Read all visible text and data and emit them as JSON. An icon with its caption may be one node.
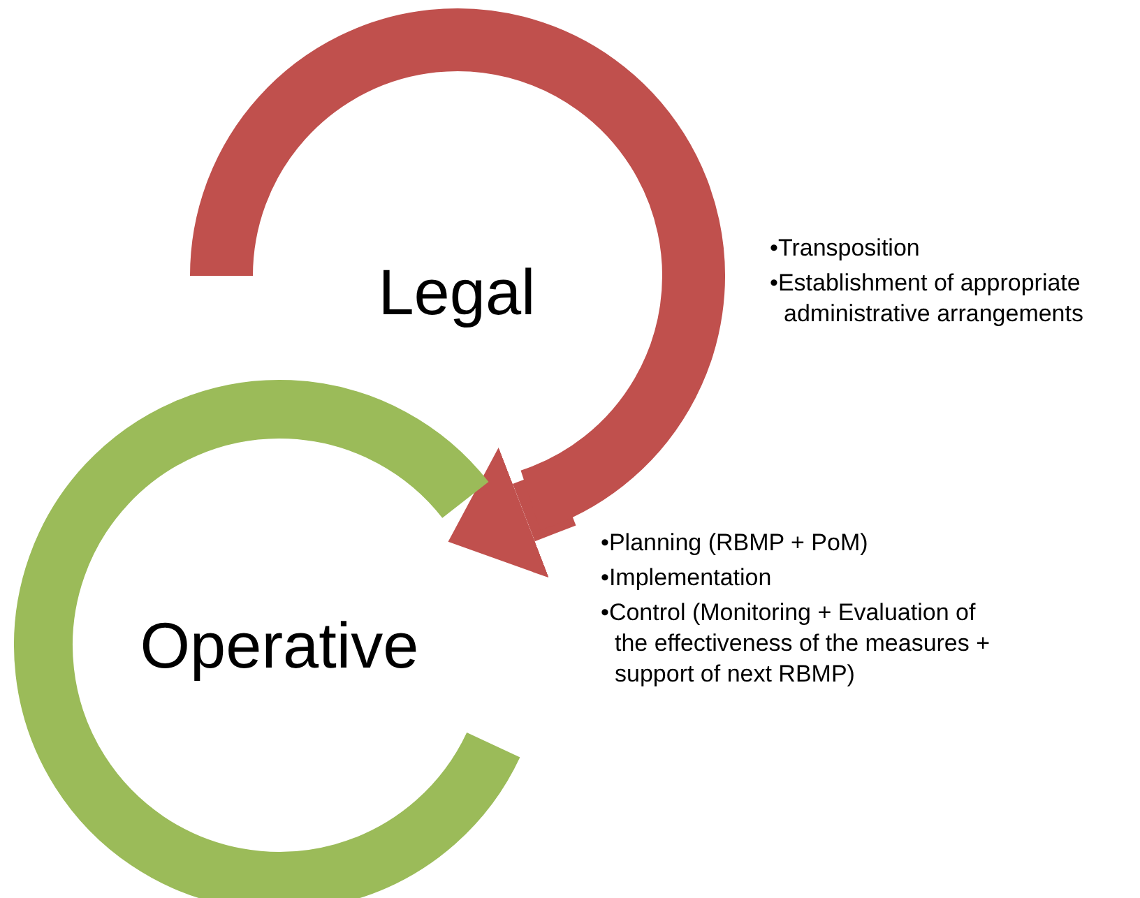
{
  "diagram": {
    "nodes": [
      {
        "text": [
          "Legal"
        ],
        "beside": [
          "•Transposition",
          "•Establishment of appropriate administrative arrangements"
        ]
      },
      {
        "text": [
          "Operative"
        ],
        "beside": [
          "•Planning (RBMP + PoM)",
          "•Implementation",
          "•Control (Monitoring + Evaluation of the effectiveness of the measures + support of next RBMP)"
        ]
      }
    ],
    "edges": [
      {
        "from": 0,
        "to": 1,
        "arrow": "to"
      }
    ]
  }
}
